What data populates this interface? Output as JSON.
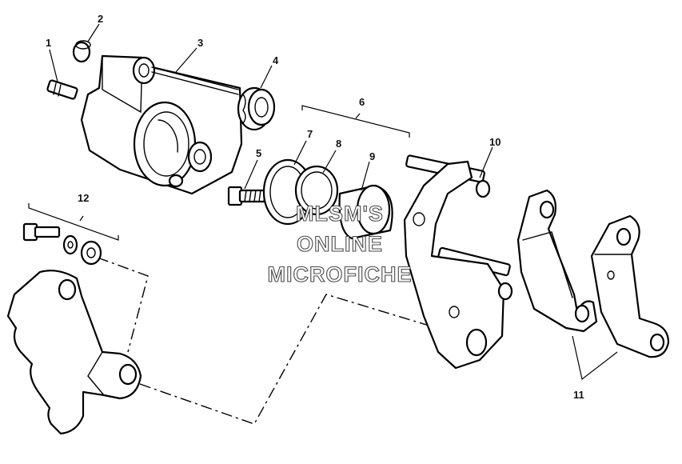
{
  "diagram": {
    "callouts": [
      {
        "id": "1",
        "label": "1"
      },
      {
        "id": "2",
        "label": "2"
      },
      {
        "id": "3",
        "label": "3"
      },
      {
        "id": "4",
        "label": "4"
      },
      {
        "id": "5",
        "label": "5"
      },
      {
        "id": "6",
        "label": "6"
      },
      {
        "id": "7",
        "label": "7"
      },
      {
        "id": "8",
        "label": "8"
      },
      {
        "id": "9",
        "label": "9"
      },
      {
        "id": "10",
        "label": "10"
      },
      {
        "id": "11",
        "label": "11"
      },
      {
        "id": "12",
        "label": "12"
      }
    ],
    "watermark": {
      "line1": "MLSM'S",
      "line2": "ONLINE",
      "line3": "MICROFICHE"
    }
  },
  "colors": {
    "background": "#ffffff",
    "line": "#000000",
    "watermark_outline": "#4a4a4a"
  }
}
